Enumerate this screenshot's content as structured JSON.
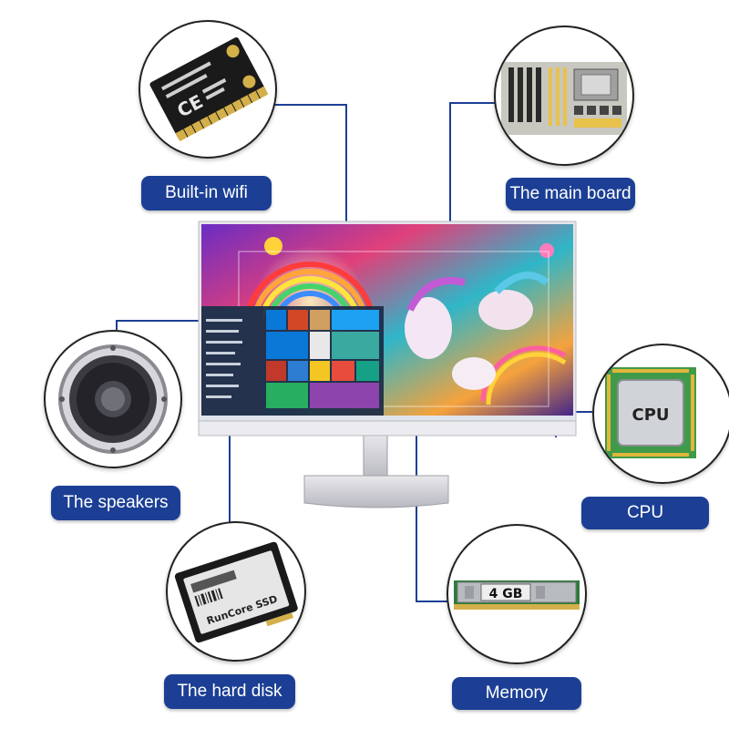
{
  "labels": {
    "wifi": "Built-in wifi",
    "mainboard": "The main board",
    "speakers": "The speakers",
    "cpu": "CPU",
    "harddisk": "The hard disk",
    "memory": "Memory"
  },
  "chip_text": {
    "cpu": "CPU",
    "memory": "4 GB",
    "ssd": "RunCore SSD"
  },
  "colors": {
    "label_bg": "#1c3f95",
    "wire": "#1c3f95",
    "screen_tiles": "#0a78d7"
  }
}
